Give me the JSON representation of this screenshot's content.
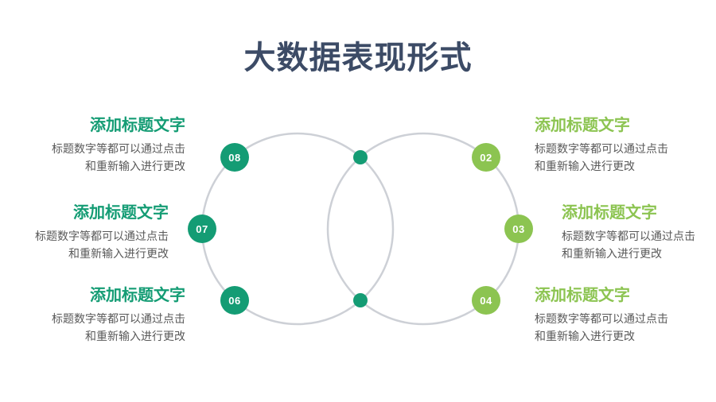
{
  "title": "大数据表现形式",
  "colors": {
    "background": "#ffffff",
    "title_text": "#3c4b66",
    "teal_accent": "#149c74",
    "green_accent": "#8cc451",
    "body_text": "#595959",
    "circle_stroke": "#cdd0d6",
    "badge_number_text": "#ffffff"
  },
  "items": [
    {
      "number": "08",
      "side": "left",
      "heading": "添加标题文字",
      "body_line1": "标题数字等都可以通过点击",
      "body_line2": "和重新输入进行更改"
    },
    {
      "number": "07",
      "side": "left",
      "heading": "添加标题文字",
      "body_line1": "标题数字等都可以通过点击",
      "body_line2": "和重新输入进行更改"
    },
    {
      "number": "06",
      "side": "left",
      "heading": "添加标题文字",
      "body_line1": "标题数字等都可以通过点击",
      "body_line2": "和重新输入进行更改"
    },
    {
      "number": "02",
      "side": "right",
      "heading": "添加标题文字",
      "body_line1": "标题数字等都可以通过点击",
      "body_line2": "和重新输入进行更改"
    },
    {
      "number": "03",
      "side": "right",
      "heading": "添加标题文字",
      "body_line1": "标题数字等都可以通过点击",
      "body_line2": "和重新输入进行更改"
    },
    {
      "number": "04",
      "side": "right",
      "heading": "添加标题文字",
      "body_line1": "标题数字等都可以通过点击",
      "body_line2": "和重新输入进行更改"
    }
  ]
}
